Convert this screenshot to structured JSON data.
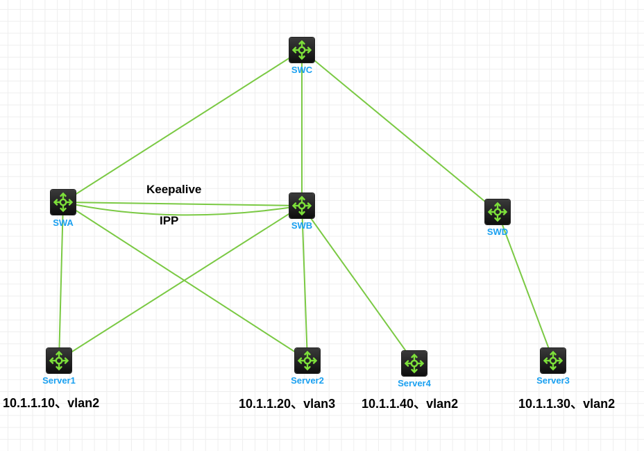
{
  "diagram": {
    "line_color": "#7ac943",
    "label_color": "#1aa0f0",
    "nodes": [
      {
        "id": "SWC",
        "label": "SWC",
        "icon": "router-icon"
      },
      {
        "id": "SWA",
        "label": "SWA",
        "icon": "router-icon"
      },
      {
        "id": "SWB",
        "label": "SWB",
        "icon": "router-icon"
      },
      {
        "id": "SWD",
        "label": "SWD",
        "icon": "router-icon"
      },
      {
        "id": "Server1",
        "label": "Server1",
        "icon": "router-icon"
      },
      {
        "id": "Server2",
        "label": "Server2",
        "icon": "router-icon"
      },
      {
        "id": "Server4",
        "label": "Server4",
        "icon": "router-icon"
      },
      {
        "id": "Server3",
        "label": "Server3",
        "icon": "router-icon"
      }
    ],
    "links": [
      {
        "from": "SWC",
        "to": "SWA"
      },
      {
        "from": "SWC",
        "to": "SWB"
      },
      {
        "from": "SWC",
        "to": "SWD"
      },
      {
        "from": "SWA",
        "to": "SWB",
        "label": "Keepalive"
      },
      {
        "from": "SWA",
        "to": "SWB",
        "label": "IPP",
        "curved": true
      },
      {
        "from": "SWA",
        "to": "Server1"
      },
      {
        "from": "SWA",
        "to": "Server2"
      },
      {
        "from": "SWB",
        "to": "Server1"
      },
      {
        "from": "SWB",
        "to": "Server2"
      },
      {
        "from": "SWB",
        "to": "Server4"
      },
      {
        "from": "SWD",
        "to": "Server3"
      }
    ],
    "link_labels": {
      "keepalive": "Keepalive",
      "ipp": "IPP"
    },
    "annotations": {
      "server1": "10.1.1.10、vlan2",
      "server2": "10.1.1.20、vlan3",
      "server4": "10.1.1.40、vlan2",
      "server3": "10.1.1.30、vlan2"
    }
  }
}
